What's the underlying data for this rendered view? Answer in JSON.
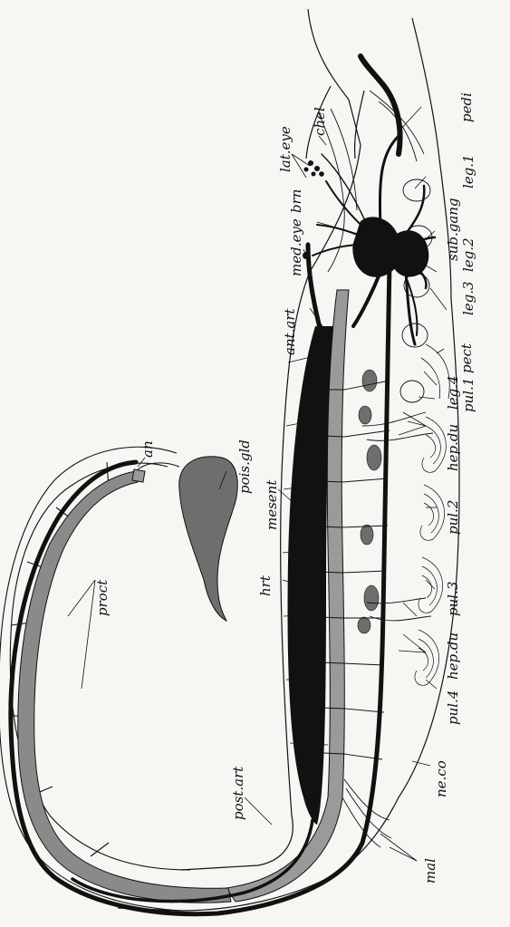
{
  "figure": {
    "labels": {
      "chel": "chel",
      "pedi": "pedi",
      "lat_eye": "lat.eye",
      "leg1": "leg.1",
      "brn": "brn",
      "med_eye": "med.eye",
      "sub_gang": "sub.gang",
      "leg2": "leg.2",
      "leg3": "leg.3",
      "ant_art": "ant.art",
      "pect": "pect",
      "leg4": "leg.4",
      "pul1": "pul.1",
      "hep_du_upper": "hep.du",
      "pul2": "pul.2",
      "an": "an",
      "pois_gld": "pois.gld",
      "mesent": "mesent",
      "pul3": "pul.3",
      "hrt": "hrt",
      "hep_du_lower": "hep.du",
      "pul4": "pul.4",
      "proct": "proct",
      "ne_co": "ne.co",
      "post_art": "post.art",
      "mal": "mal"
    },
    "colors": {
      "ink": "#111111",
      "gut_shading": "#9a9a9a",
      "gland_shading": "#6e6e6e",
      "paper": "#f7f6f2"
    }
  }
}
